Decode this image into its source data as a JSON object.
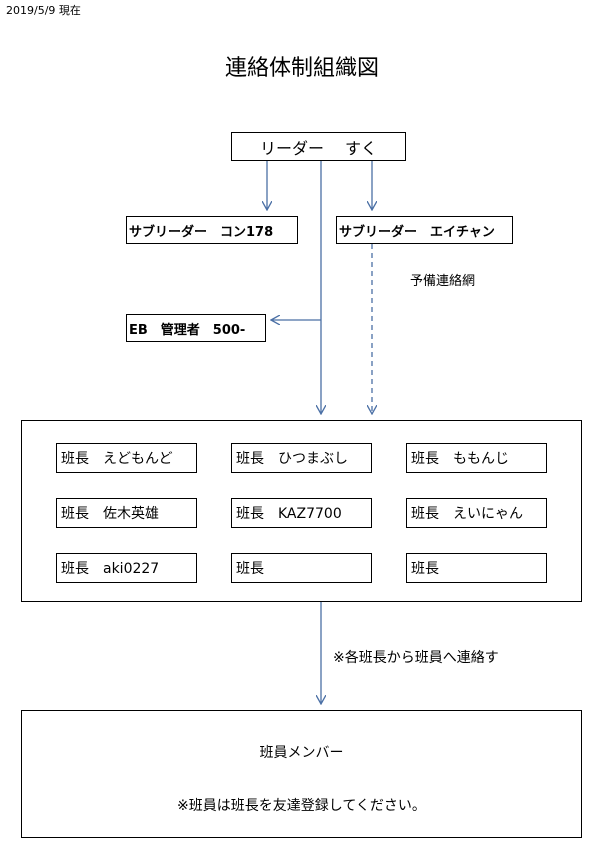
{
  "header": {
    "date": "2019/5/9 現在",
    "title": "連絡体制組織図"
  },
  "leader": {
    "label": "リーダー　 すく"
  },
  "sub_leaders": [
    {
      "label": "サブリーダー　コン178"
    },
    {
      "label": "サブリーダー　エイチャン"
    }
  ],
  "eb_manager": {
    "label": "EB　管理者　500-"
  },
  "reserve_network_label": "予備連絡網",
  "team_leaders": [
    {
      "label": "班長　えどもんど"
    },
    {
      "label": "班長　ひつまぶし"
    },
    {
      "label": "班長　ももんじ"
    },
    {
      "label": "班長　佐木英雄"
    },
    {
      "label": "班長　KAZ7700"
    },
    {
      "label": "班長　えいにゃん"
    },
    {
      "label": "班長　aki0227"
    },
    {
      "label": "班長"
    },
    {
      "label": "班長"
    }
  ],
  "flow_note": "※各班長から班員へ連絡す",
  "members": {
    "title": "班員メンバー",
    "note": "※班員は班長を友達登録してください。"
  },
  "colors": {
    "arrow": "#4a6fa5",
    "border": "#000000"
  }
}
